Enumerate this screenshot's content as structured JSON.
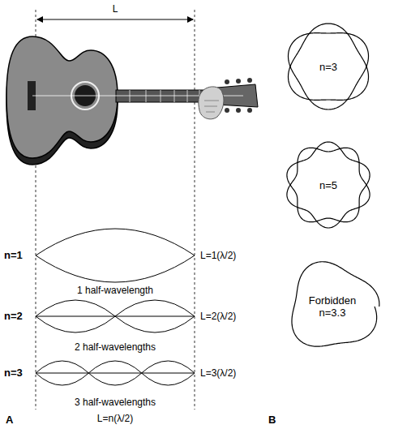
{
  "diagram": {
    "nodes": [
      {
        "text": [
          "n=3"
        ]
      },
      {
        "text": [
          "n=5"
        ]
      },
      {
        "text": [
          "Forbidden",
          "n=3.3"
        ]
      }
    ],
    "labels": [
      "L",
      "n=1",
      "L=1(λ/2)",
      "1 half-wavelength",
      "n=2",
      "L=2(λ/2)",
      "2 half-wavelengths",
      "n=3",
      "L=3(λ/2)",
      "3 half-wavelengths",
      "L=n(λ/2)",
      "A",
      "B"
    ]
  }
}
